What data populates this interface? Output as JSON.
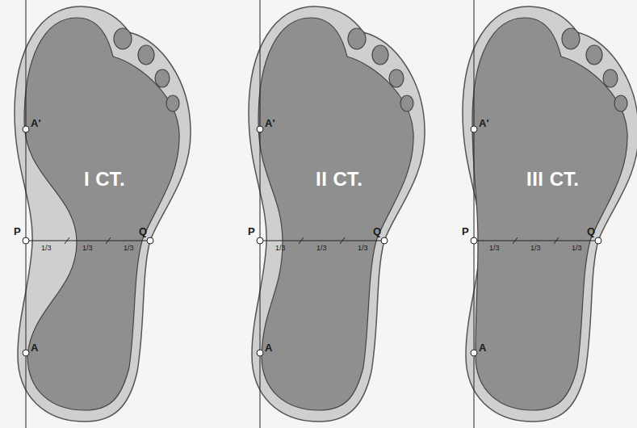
{
  "diagram": {
    "nodes": [
      {
        "text": [
          "I СТ."
        ]
      },
      {
        "text": [
          "II СТ."
        ]
      },
      {
        "text": [
          "III СТ."
        ]
      }
    ],
    "labels": [
      "A'",
      "P",
      "Q",
      "A",
      "1/3",
      "1/3",
      "1/3",
      "A'",
      "P",
      "Q",
      "A",
      "1/3",
      "1/3",
      "1/3",
      "A'",
      "P",
      "Q",
      "A",
      "1/3",
      "1/3",
      "1/3"
    ]
  }
}
